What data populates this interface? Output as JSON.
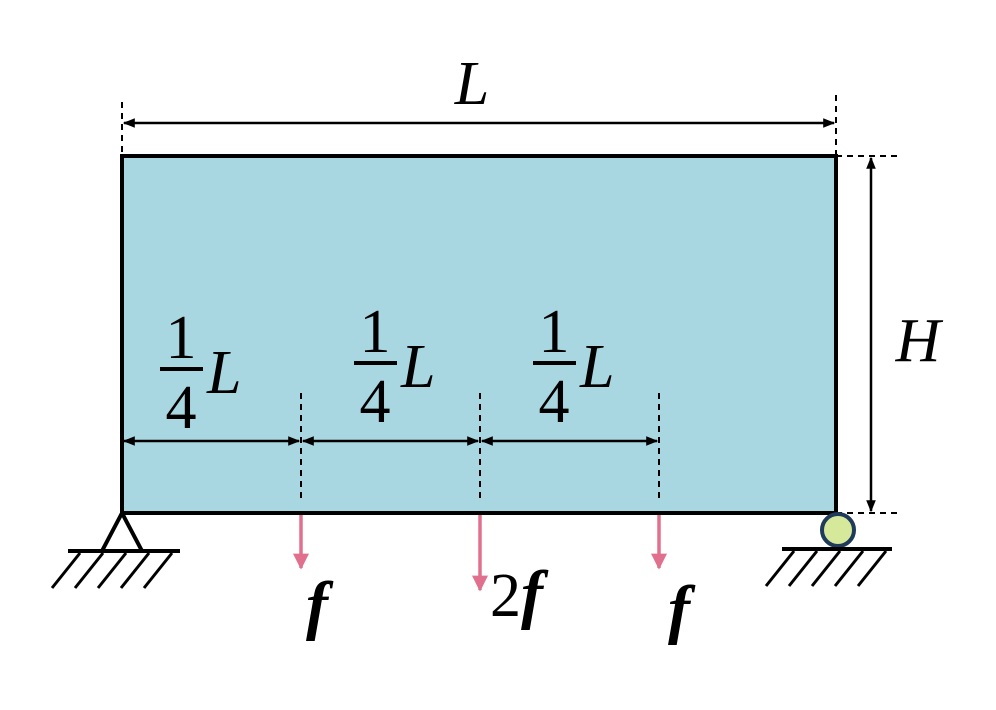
{
  "colors": {
    "beam_fill": "#a8d7e1",
    "load_arrow": "#e0708e",
    "roller_fill": "#d6e89a",
    "roller_stroke": "#1f3a5a",
    "line": "#000000"
  },
  "labels": {
    "length": "L",
    "height": "H",
    "fraction_numerator": "1",
    "fraction_denominator": "4",
    "fraction_variable": "L",
    "load_left": "f",
    "load_center_coef": "2",
    "load_center_var": "f",
    "load_right": "f"
  },
  "supports": {
    "left": "pin-support",
    "right": "roller-support"
  }
}
